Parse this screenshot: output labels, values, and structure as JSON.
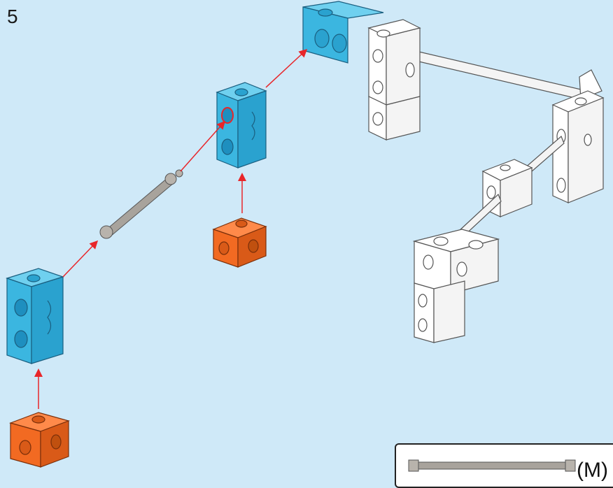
{
  "step": {
    "number": "5"
  },
  "callout": {
    "label": "(M)"
  },
  "colors": {
    "background": "#cfe9f8",
    "blue_brick": "#3bb6e0",
    "blue_brick_dark": "#1e8fbf",
    "orange_brick": "#f26a22",
    "gray_axle": "#a8a39c",
    "white_brick": "#ffffff",
    "outline": "#333333",
    "arrow": "#e8262a"
  },
  "parts": [
    {
      "name": "blue-long-brick-lower",
      "color": "blue"
    },
    {
      "name": "orange-cube-lower",
      "color": "orange"
    },
    {
      "name": "gray-axle",
      "color": "gray"
    },
    {
      "name": "blue-long-brick-middle",
      "color": "blue"
    },
    {
      "name": "orange-cube-middle",
      "color": "orange"
    },
    {
      "name": "blue-brick-top",
      "color": "blue"
    }
  ],
  "icons": [
    "red-arrow-icon",
    "axle-icon"
  ]
}
